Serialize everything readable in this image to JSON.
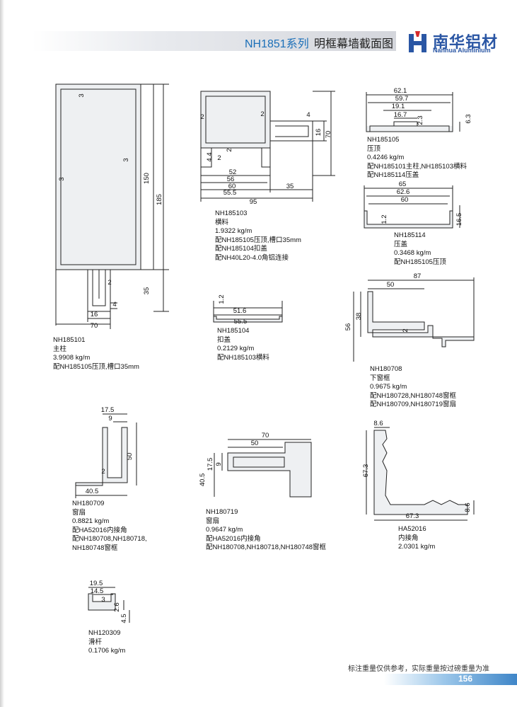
{
  "header": {
    "series": "NH1851系列",
    "title": "明框幕墙截面图"
  },
  "brand": {
    "name_cn": "南华铝材",
    "name_en": "Nanhua Aluminium",
    "color": "#2a56a4"
  },
  "profiles": [
    {
      "code": "NH185101",
      "name": "主柱",
      "weight": "3.9908 kg/m",
      "notes": [
        "配NH185105压顶,槽口35mm"
      ],
      "dims": [
        "3",
        "3",
        "3",
        "150",
        "185",
        "2",
        "35",
        "4",
        "16",
        "70"
      ]
    },
    {
      "code": "NH185103",
      "name": "横料",
      "weight": "1.9322 kg/m",
      "notes": [
        "配NH185105压顶,槽口35mm",
        "配NH185104扣盖",
        "配NH40L20-4.0角铝连接"
      ],
      "dims": [
        "2",
        "2",
        "2",
        "4",
        "16",
        "70",
        "4.4",
        "2",
        "52",
        "56",
        "55.5",
        "60",
        "35",
        "95"
      ]
    },
    {
      "code": "NH185105",
      "name": "压顶",
      "weight": "0.4246 kg/m",
      "notes": [
        "配NH185101主柱,NH185103横料",
        "配NH185114压盖"
      ],
      "dims": [
        "62.1",
        "59.7",
        "19.1",
        "16.7",
        "2.3",
        "6.3"
      ]
    },
    {
      "code": "NH185114",
      "name": "压盖",
      "weight": "0.3468 kg/m",
      "notes": [
        "配NH185105压顶"
      ],
      "dims": [
        "65",
        "62.6",
        "60",
        "1.2",
        "16.5"
      ]
    },
    {
      "code": "NH185104",
      "name": "扣盖",
      "weight": "0.2129 kg/m",
      "notes": [
        "配NH185103横料"
      ],
      "dims": [
        "1.2",
        "51.6",
        "55.5"
      ]
    },
    {
      "code": "NH180708",
      "name": "下窗框",
      "weight": "0.9675 kg/m",
      "notes": [
        "配NH180728,NH180748窗框",
        "配NH180709,NH180719窗扇"
      ],
      "dims": [
        "87",
        "50",
        "38",
        "56",
        "2"
      ]
    },
    {
      "code": "NH180709",
      "name": "窗扇",
      "weight": "0.8821 kg/m",
      "notes": [
        "配HA52016内接角",
        "配NH180708,NH180718,",
        "NH180748窗框"
      ],
      "dims": [
        "17.5",
        "9",
        "50",
        "2",
        "40.5"
      ]
    },
    {
      "code": "NH180719",
      "name": "窗扇",
      "weight": "0.9647 kg/m",
      "notes": [
        "配HA52016内接角",
        "配NH180708,NH180718,NH180748窗框"
      ],
      "dims": [
        "70",
        "50",
        "17.5",
        "9",
        "40.5"
      ]
    },
    {
      "code": "HA52016",
      "name": "内接角",
      "weight": "2.0301 kg/m",
      "notes": [],
      "dims": [
        "8.6",
        "67.3",
        "8.6",
        "67.3"
      ]
    },
    {
      "code": "NH120309",
      "name": "滑杆",
      "weight": "0.1706 kg/m",
      "notes": [],
      "dims": [
        "19.5",
        "14.5",
        "3",
        "2.6",
        "4.5"
      ]
    }
  ],
  "footer": {
    "note": "标注重量仅供参考，实际重量按过磅重量为准",
    "page": "156"
  }
}
